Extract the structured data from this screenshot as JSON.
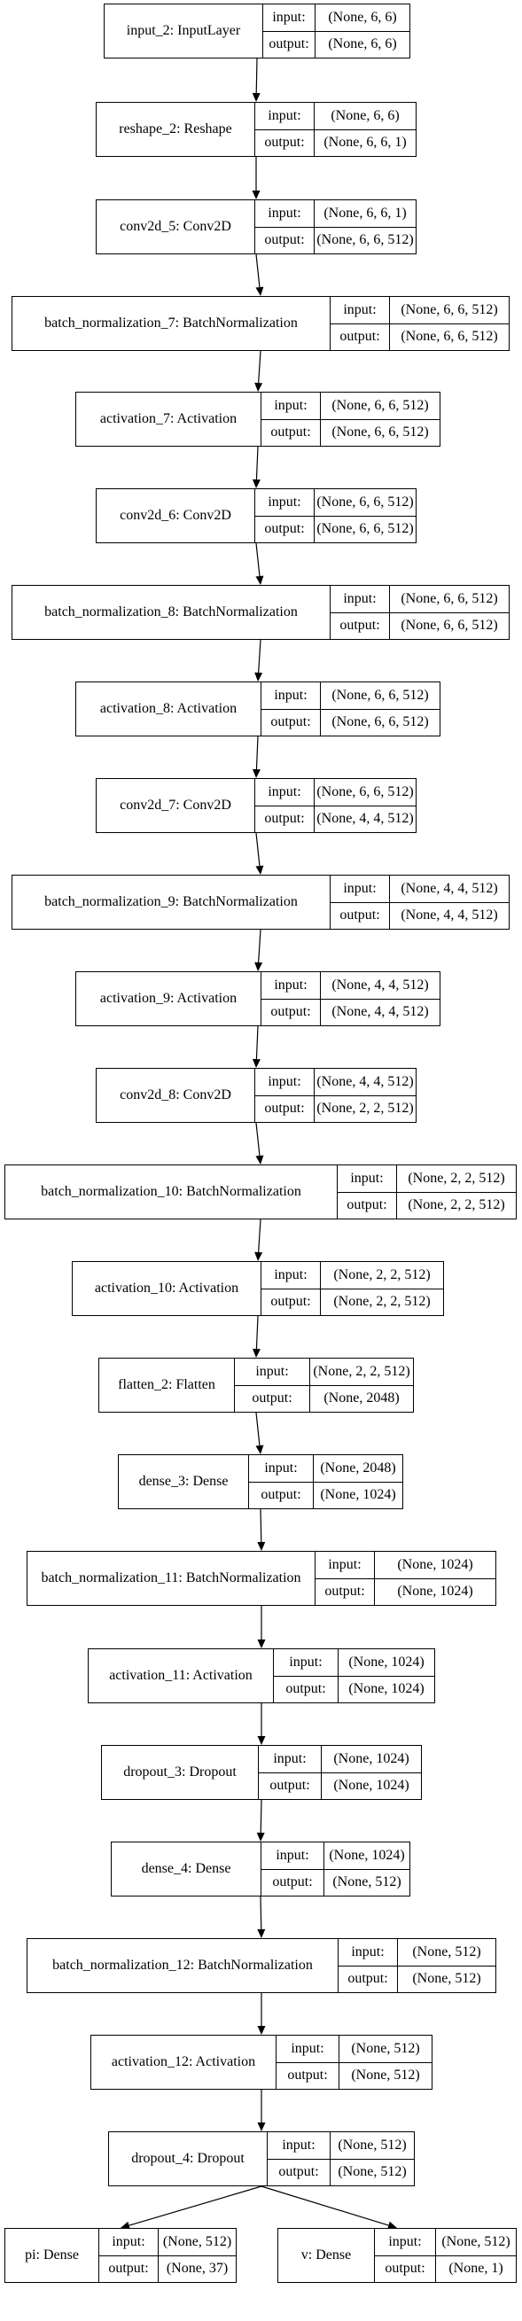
{
  "layers": [
    {
      "name": "input_2: InputLayer",
      "input": "(None, 6, 6)",
      "output": "(None, 6, 6)"
    },
    {
      "name": "reshape_2: Reshape",
      "input": "(None, 6, 6)",
      "output": "(None, 6, 6, 1)"
    },
    {
      "name": "conv2d_5: Conv2D",
      "input": "(None, 6, 6, 1)",
      "output": "(None, 6, 6, 512)"
    },
    {
      "name": "batch_normalization_7: BatchNormalization",
      "input": "(None, 6, 6, 512)",
      "output": "(None, 6, 6, 512)"
    },
    {
      "name": "activation_7: Activation",
      "input": "(None, 6, 6, 512)",
      "output": "(None, 6, 6, 512)"
    },
    {
      "name": "conv2d_6: Conv2D",
      "input": "(None, 6, 6, 512)",
      "output": "(None, 6, 6, 512)"
    },
    {
      "name": "batch_normalization_8: BatchNormalization",
      "input": "(None, 6, 6, 512)",
      "output": "(None, 6, 6, 512)"
    },
    {
      "name": "activation_8: Activation",
      "input": "(None, 6, 6, 512)",
      "output": "(None, 6, 6, 512)"
    },
    {
      "name": "conv2d_7: Conv2D",
      "input": "(None, 6, 6, 512)",
      "output": "(None, 4, 4, 512)"
    },
    {
      "name": "batch_normalization_9: BatchNormalization",
      "input": "(None, 4, 4, 512)",
      "output": "(None, 4, 4, 512)"
    },
    {
      "name": "activation_9: Activation",
      "input": "(None, 4, 4, 512)",
      "output": "(None, 4, 4, 512)"
    },
    {
      "name": "conv2d_8: Conv2D",
      "input": "(None, 4, 4, 512)",
      "output": "(None, 2, 2, 512)"
    },
    {
      "name": "batch_normalization_10: BatchNormalization",
      "input": "(None, 2, 2, 512)",
      "output": "(None, 2, 2, 512)"
    },
    {
      "name": "activation_10: Activation",
      "input": "(None, 2, 2, 512)",
      "output": "(None, 2, 2, 512)"
    },
    {
      "name": "flatten_2: Flatten",
      "input": "(None, 2, 2, 512)",
      "output": "(None, 2048)"
    },
    {
      "name": "dense_3: Dense",
      "input": "(None, 2048)",
      "output": "(None, 1024)"
    },
    {
      "name": "batch_normalization_11: BatchNormalization",
      "input": "(None, 1024)",
      "output": "(None, 1024)"
    },
    {
      "name": "activation_11: Activation",
      "input": "(None, 1024)",
      "output": "(None, 1024)"
    },
    {
      "name": "dropout_3: Dropout",
      "input": "(None, 1024)",
      "output": "(None, 1024)"
    },
    {
      "name": "dense_4: Dense",
      "input": "(None, 1024)",
      "output": "(None, 512)"
    },
    {
      "name": "batch_normalization_12: BatchNormalization",
      "input": "(None, 512)",
      "output": "(None, 512)"
    },
    {
      "name": "activation_12: Activation",
      "input": "(None, 512)",
      "output": "(None, 512)"
    },
    {
      "name": "dropout_4: Dropout",
      "input": "(None, 512)",
      "output": "(None, 512)"
    },
    {
      "name": "pi: Dense",
      "input": "(None, 512)",
      "output": "(None, 37)"
    },
    {
      "name": "v: Dense",
      "input": "(None, 512)",
      "output": "(None, 1)"
    }
  ],
  "port_labels": {
    "input": "input:",
    "output": "output:"
  },
  "edges": [
    [
      0,
      1
    ],
    [
      1,
      2
    ],
    [
      2,
      3
    ],
    [
      3,
      4
    ],
    [
      4,
      5
    ],
    [
      5,
      6
    ],
    [
      6,
      7
    ],
    [
      7,
      8
    ],
    [
      8,
      9
    ],
    [
      9,
      10
    ],
    [
      10,
      11
    ],
    [
      11,
      12
    ],
    [
      12,
      13
    ],
    [
      13,
      14
    ],
    [
      14,
      15
    ],
    [
      15,
      16
    ],
    [
      16,
      17
    ],
    [
      17,
      18
    ],
    [
      18,
      19
    ],
    [
      19,
      20
    ],
    [
      20,
      21
    ],
    [
      21,
      22
    ],
    [
      22,
      23
    ],
    [
      22,
      24
    ]
  ]
}
